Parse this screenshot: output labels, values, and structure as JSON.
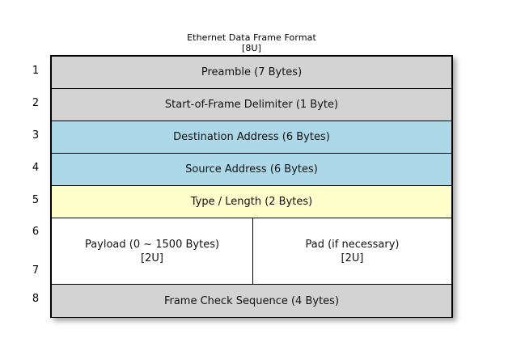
{
  "title": {
    "main": "Ethernet Data Frame Format",
    "sub": "[8U]"
  },
  "colors": {
    "gray": "#d3d3d3",
    "blue": "#acd8e8",
    "yellow": "#ffffcc",
    "white": "#ffffff",
    "border": "#000000",
    "background": "#ffffff"
  },
  "row_numbers": [
    "1",
    "2",
    "3",
    "4",
    "5",
    "6",
    "7",
    "8"
  ],
  "rows": [
    {
      "number": "1",
      "label": "Preamble (7 Bytes)",
      "fill": "gray",
      "height": 40
    },
    {
      "number": "2",
      "label": "Start-of-Frame Delimiter (1 Byte)",
      "fill": "gray",
      "height": 40
    },
    {
      "number": "3",
      "label": "Destination Address (6 Bytes)",
      "fill": "blue",
      "height": 40
    },
    {
      "number": "4",
      "label": "Source Address (6 Bytes)",
      "fill": "blue",
      "height": 40
    },
    {
      "number": "5",
      "label": "Type / Length (2 Bytes)",
      "fill": "yellow",
      "height": 40
    },
    {
      "number": "6-7",
      "fill": "white",
      "height": 82,
      "split": true,
      "left": {
        "label": "Payload (0 ~ 1500 Bytes)",
        "note": "[2U]"
      },
      "right": {
        "label": "Pad (if necessary)",
        "note": "[2U]"
      }
    },
    {
      "number": "8",
      "label": "Frame Check Sequence (4 Bytes)",
      "fill": "gray",
      "height": 40
    }
  ]
}
